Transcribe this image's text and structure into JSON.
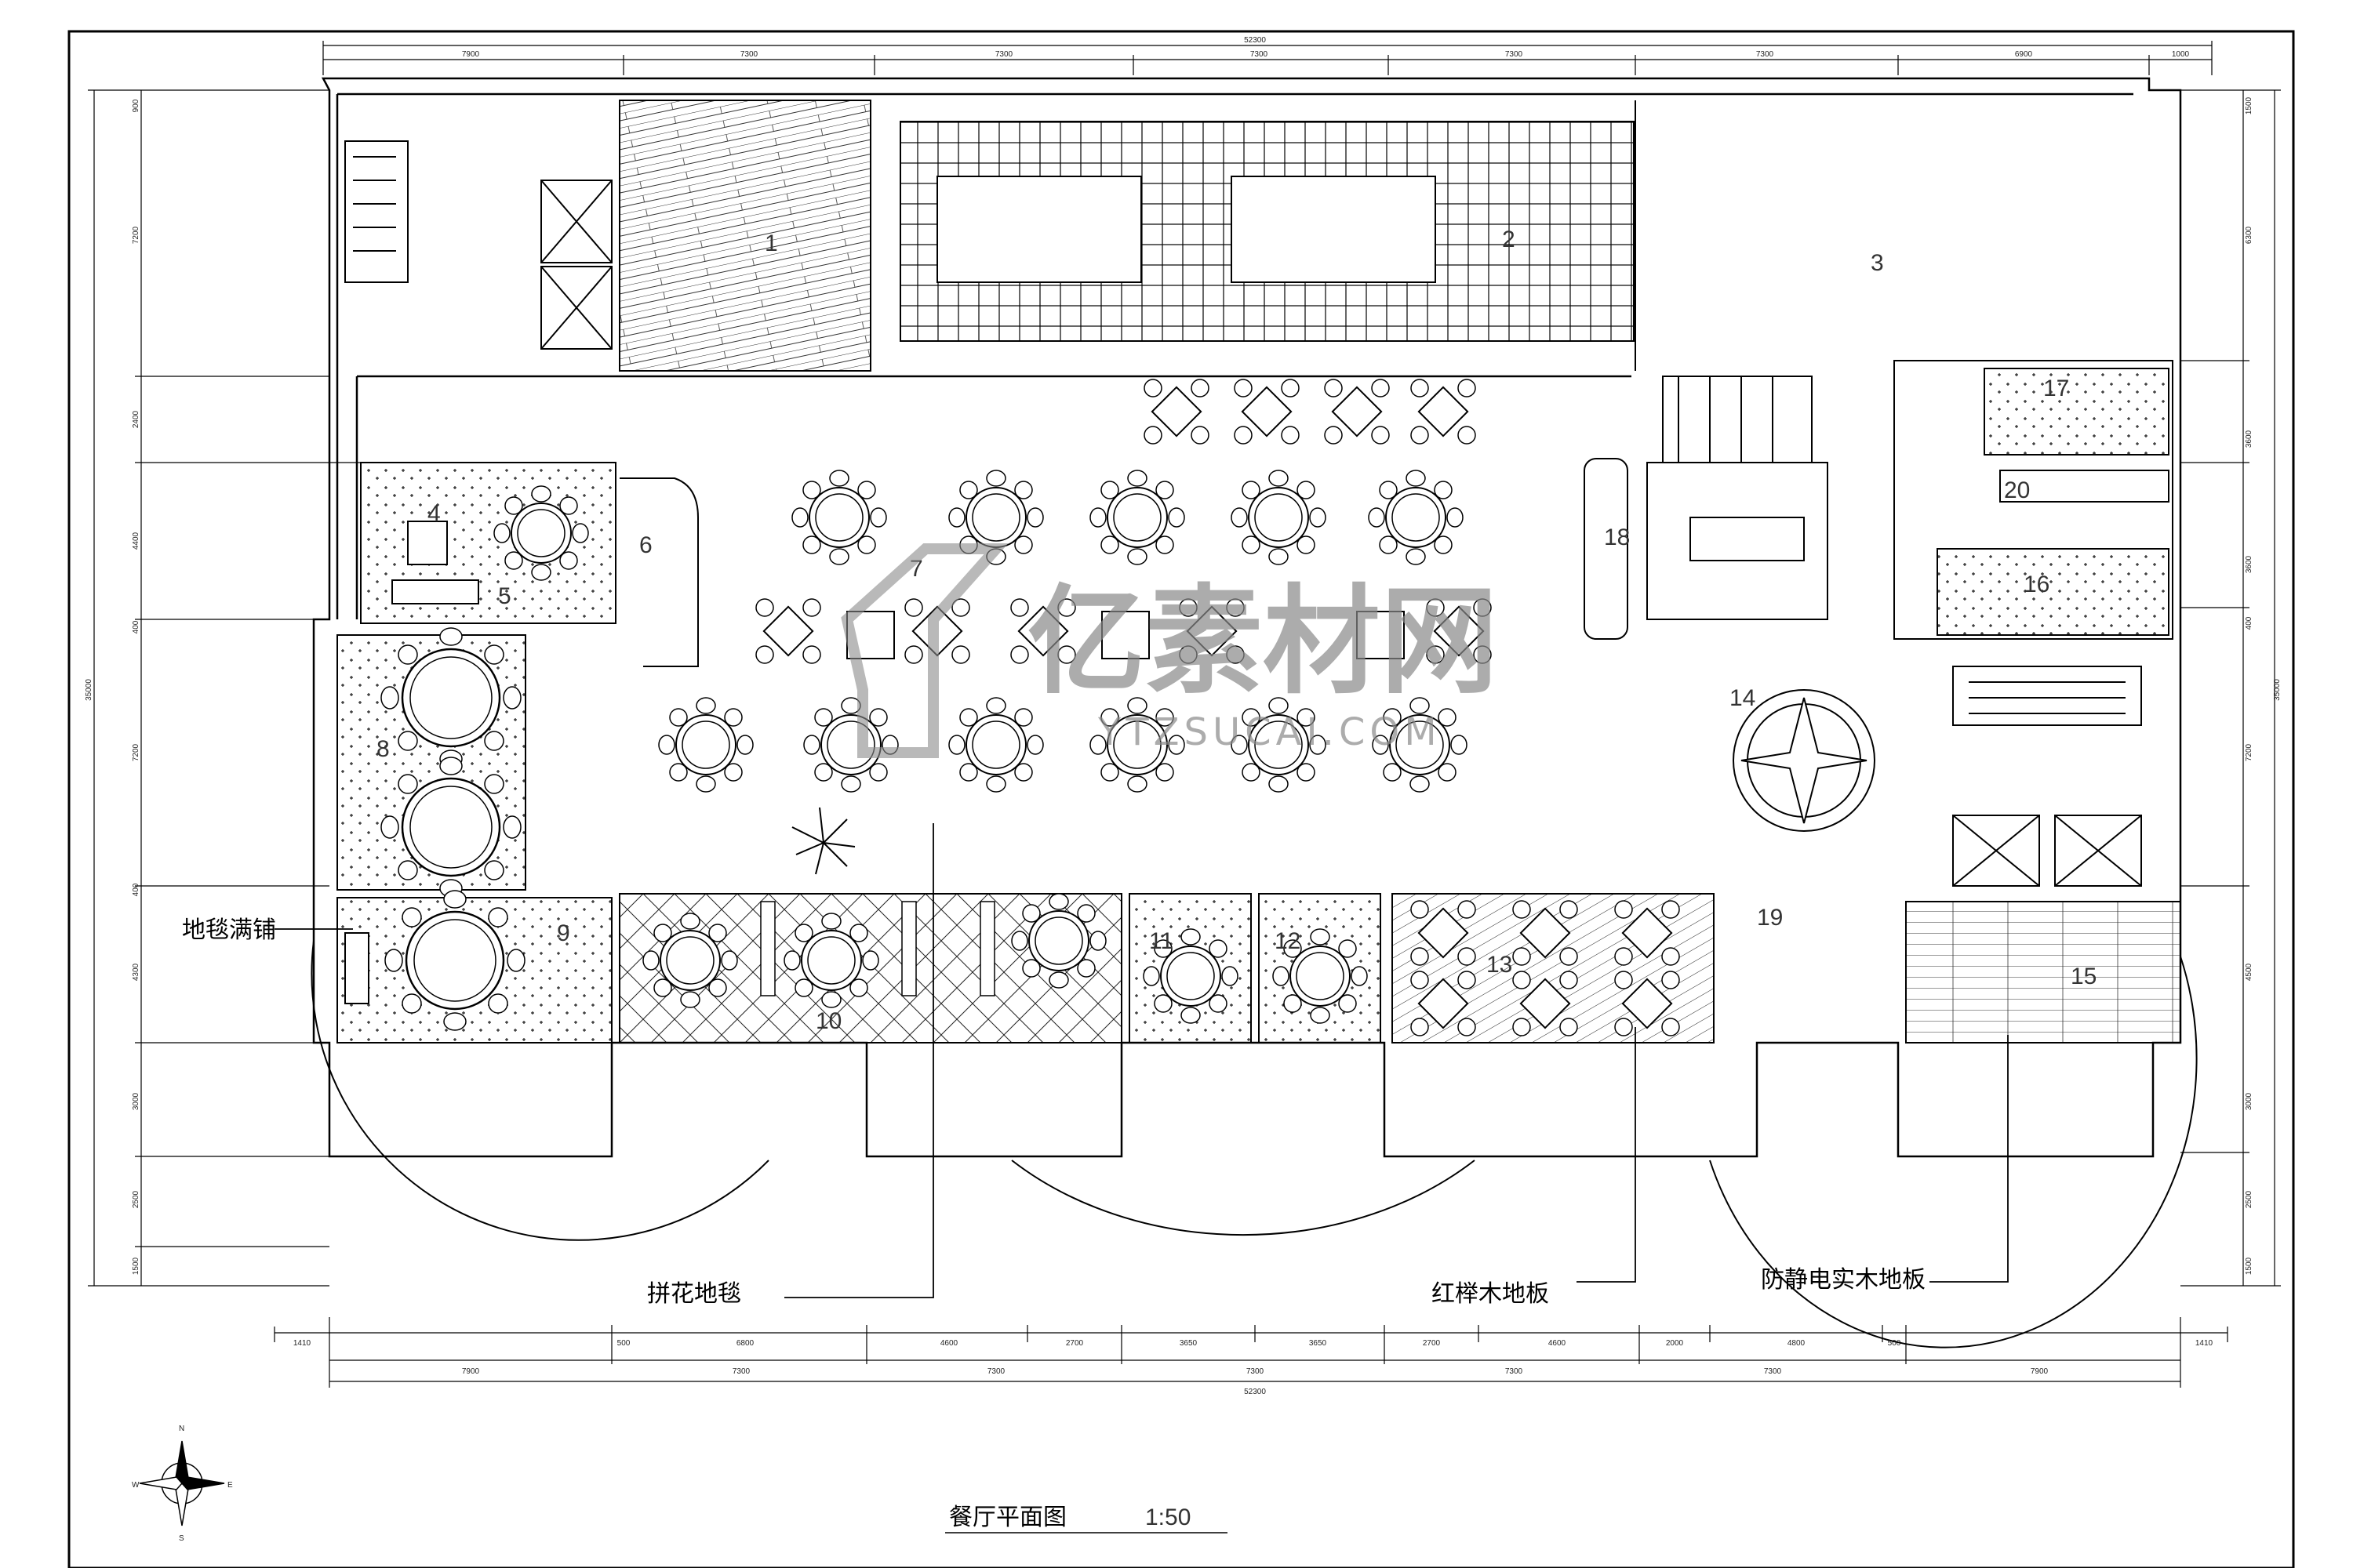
{
  "title": "餐厅平面图",
  "scale": "1:50",
  "watermark": {
    "main": "亿素材网",
    "sub": "YTZSUCAI.COM"
  },
  "compass": [
    "N",
    "S",
    "W",
    "E"
  ],
  "floor_labels": {
    "carpet_full": "地毯满铺",
    "parquet_carpet": "拼花地毯",
    "beech_floor": "红榉木地板",
    "antistatic_floor": "防静电实木地板"
  },
  "room_numbers": [
    "1",
    "2",
    "3",
    "4",
    "5",
    "6",
    "7",
    "8",
    "9",
    "10",
    "11",
    "12",
    "13",
    "14",
    "15",
    "16",
    "17",
    "18",
    "19",
    "20"
  ],
  "dimensions": {
    "total": "52300",
    "top_row": [
      "7900",
      "7300",
      "7300",
      "7300",
      "7300",
      "7300",
      "6900",
      "1000"
    ],
    "bottom_row1": [
      "1410",
      "500",
      "6800",
      "4600",
      "2700",
      "3650",
      "3650",
      "2700",
      "4600",
      "2000",
      "4800",
      "500",
      "1410"
    ],
    "bottom_row2": [
      "7900",
      "7300",
      "7300",
      "7300",
      "7300",
      "7300",
      "7900"
    ],
    "left_col": [
      "900",
      "7200",
      "2400",
      "4400",
      "400",
      "7200",
      "400",
      "4300",
      "3000",
      "2500",
      "1500"
    ],
    "right_col": [
      "1500",
      "6300",
      "3600",
      "3600",
      "400",
      "7200",
      "4500",
      "3000",
      "2500",
      "1500"
    ],
    "side_total": "35000"
  }
}
